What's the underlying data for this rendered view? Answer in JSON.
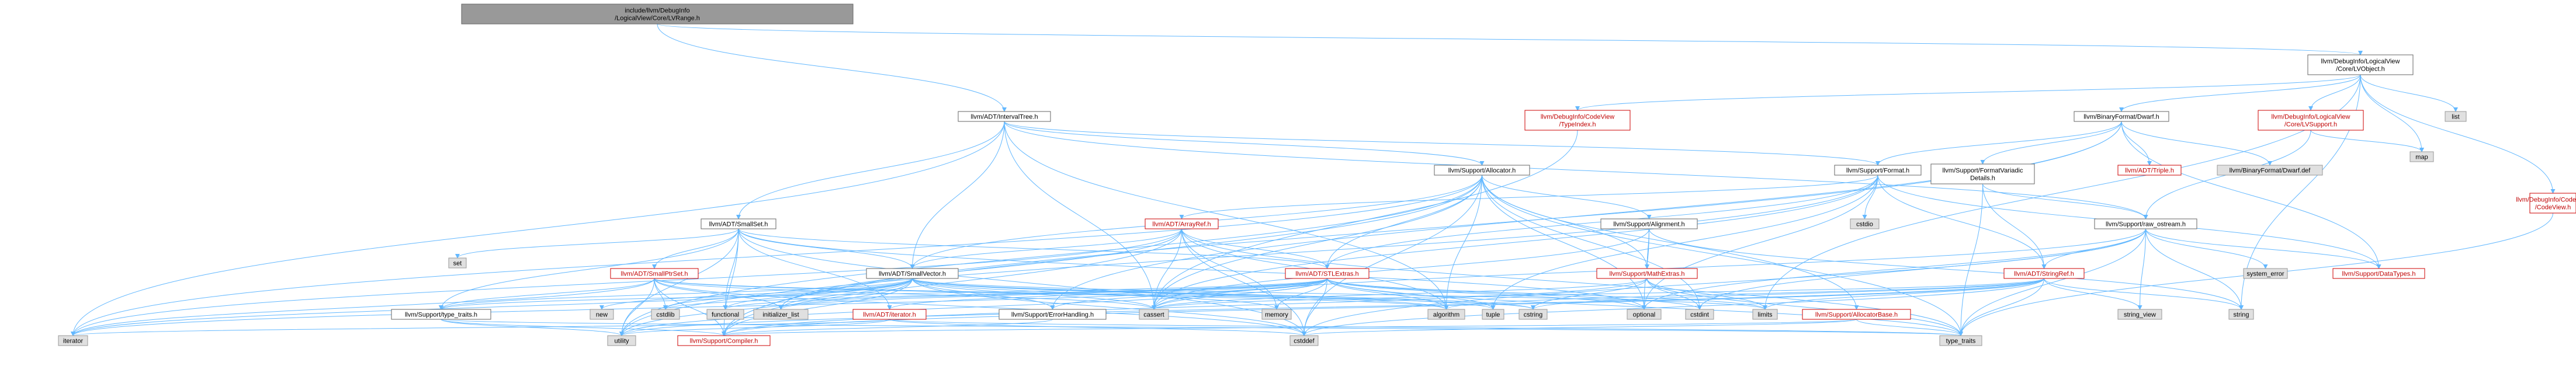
{
  "colors": {
    "node_fill": "#ffffff",
    "node_stroke": "#666666",
    "red_node_stroke": "#cc0000",
    "red_node_text": "#c00000",
    "gray_node_fill": "#e0e0e0",
    "gray_node_stroke": "#999999",
    "root_fill": "#999999",
    "root_stroke": "#666666",
    "edge": "#63b8ff"
  },
  "nodes": [
    {
      "id": "root",
      "label": "include/llvm/DebugInfo\n/LogicalView/Core/LVRange.h",
      "style": "root"
    },
    {
      "id": "intervaltree",
      "label": "llvm/ADT/IntervalTree.h",
      "style": "normal"
    },
    {
      "id": "lvobject",
      "label": "llvm/DebugInfo/LogicalView\n/Core/LVObject.h",
      "style": "normal"
    },
    {
      "id": "typeindex",
      "label": "llvm/DebugInfo/CodeView\n/TypeIndex.h",
      "style": "red"
    },
    {
      "id": "dwarf",
      "label": "llvm/BinaryFormat/Dwarf.h",
      "style": "normal"
    },
    {
      "id": "lvsupport",
      "label": "llvm/DebugInfo/LogicalView\n/Core/LVSupport.h",
      "style": "red"
    },
    {
      "id": "list",
      "label": "list",
      "style": "gray"
    },
    {
      "id": "codeview",
      "label": "llvm/DebugInfo/CodeView\n/CodeView.h",
      "style": "red"
    },
    {
      "id": "map",
      "label": "map",
      "style": "gray"
    },
    {
      "id": "allocator",
      "label": "llvm/Support/Allocator.h",
      "style": "normal"
    },
    {
      "id": "format",
      "label": "llvm/Support/Format.h",
      "style": "normal"
    },
    {
      "id": "triple",
      "label": "llvm/ADT/Triple.h",
      "style": "red"
    },
    {
      "id": "dwarfdef",
      "label": "llvm/BinaryFormat/Dwarf.def",
      "style": "gray"
    },
    {
      "id": "variadic",
      "label": "llvm/Support/FormatVariadic\nDetails.h",
      "style": "normal"
    },
    {
      "id": "smallset",
      "label": "llvm/ADT/SmallSet.h",
      "style": "normal"
    },
    {
      "id": "arrayref",
      "label": "llvm/ADT/ArrayRef.h",
      "style": "red"
    },
    {
      "id": "alignment",
      "label": "llvm/Support/Alignment.h",
      "style": "normal"
    },
    {
      "id": "cstdio",
      "label": "cstdio",
      "style": "gray"
    },
    {
      "id": "raw_ostream",
      "label": "llvm/Support/raw_ostream.h",
      "style": "normal"
    },
    {
      "id": "set",
      "label": "set",
      "style": "gray"
    },
    {
      "id": "smallptrset",
      "label": "llvm/ADT/SmallPtrSet.h",
      "style": "red"
    },
    {
      "id": "smallvector",
      "label": "llvm/ADT/SmallVector.h",
      "style": "normal"
    },
    {
      "id": "stlextras",
      "label": "llvm/ADT/STLExtras.h",
      "style": "red"
    },
    {
      "id": "mathextras",
      "label": "llvm/Support/MathExtras.h",
      "style": "red"
    },
    {
      "id": "stringref",
      "label": "llvm/ADT/StringRef.h",
      "style": "red"
    },
    {
      "id": "system_error",
      "label": "system_error",
      "style": "gray"
    },
    {
      "id": "datatypes",
      "label": "llvm/Support/DataTypes.h",
      "style": "red"
    },
    {
      "id": "type_traits_h",
      "label": "llvm/Support/type_traits.h",
      "style": "normal"
    },
    {
      "id": "new",
      "label": "new",
      "style": "gray"
    },
    {
      "id": "cstdlib",
      "label": "cstdlib",
      "style": "gray"
    },
    {
      "id": "functional",
      "label": "functional",
      "style": "gray"
    },
    {
      "id": "initializer_list",
      "label": "initializer_list",
      "style": "gray"
    },
    {
      "id": "iterator_h",
      "label": "llvm/ADT/iterator.h",
      "style": "red"
    },
    {
      "id": "memory",
      "label": "memory",
      "style": "gray"
    },
    {
      "id": "errorhandling",
      "label": "llvm/Support/ErrorHandling.h",
      "style": "normal"
    },
    {
      "id": "cassert",
      "label": "cassert",
      "style": "gray"
    },
    {
      "id": "algorithm",
      "label": "algorithm",
      "style": "gray"
    },
    {
      "id": "tuple",
      "label": "tuple",
      "style": "gray"
    },
    {
      "id": "cstring",
      "label": "cstring",
      "style": "gray"
    },
    {
      "id": "optional",
      "label": "optional",
      "style": "gray"
    },
    {
      "id": "cstdint",
      "label": "cstdint",
      "style": "gray"
    },
    {
      "id": "limits",
      "label": "limits",
      "style": "gray"
    },
    {
      "id": "allocatorbase",
      "label": "llvm/Support/AllocatorBase.h",
      "style": "red"
    },
    {
      "id": "string_view",
      "label": "string_view",
      "style": "gray"
    },
    {
      "id": "string",
      "label": "string",
      "style": "gray"
    },
    {
      "id": "iterator",
      "label": "iterator",
      "style": "gray"
    },
    {
      "id": "utility",
      "label": "utility",
      "style": "gray"
    },
    {
      "id": "compiler",
      "label": "llvm/Support/Compiler.h",
      "style": "red"
    },
    {
      "id": "cstddef",
      "label": "cstddef",
      "style": "gray"
    },
    {
      "id": "type_traits",
      "label": "type_traits",
      "style": "gray"
    }
  ],
  "edges": [
    [
      "root",
      "intervaltree"
    ],
    [
      "root",
      "lvobject"
    ],
    [
      "lvobject",
      "typeindex"
    ],
    [
      "lvobject",
      "dwarf"
    ],
    [
      "lvobject",
      "lvsupport"
    ],
    [
      "lvobject",
      "list"
    ],
    [
      "lvobject",
      "codeview"
    ],
    [
      "lvobject",
      "map"
    ],
    [
      "lvobject",
      "string"
    ],
    [
      "lvobject",
      "limits"
    ],
    [
      "intervaltree",
      "allocator"
    ],
    [
      "intervaltree",
      "smallset"
    ],
    [
      "intervaltree",
      "smallvector"
    ],
    [
      "intervaltree",
      "format"
    ],
    [
      "intervaltree",
      "raw_ostream"
    ],
    [
      "intervaltree",
      "algorithm"
    ],
    [
      "intervaltree",
      "cassert"
    ],
    [
      "intervaltree",
      "iterator"
    ],
    [
      "dwarf",
      "format"
    ],
    [
      "dwarf",
      "triple"
    ],
    [
      "dwarf",
      "dwarfdef"
    ],
    [
      "dwarf",
      "variadic"
    ],
    [
      "dwarf",
      "errorhandling"
    ],
    [
      "dwarf",
      "datatypes"
    ],
    [
      "dwarf",
      "compiler"
    ],
    [
      "lvsupport",
      "map"
    ],
    [
      "lvsupport",
      "raw_ostream"
    ],
    [
      "typeindex",
      "cassert"
    ],
    [
      "codeview",
      "type_traits"
    ],
    [
      "allocator",
      "alignment"
    ],
    [
      "allocator",
      "mathextras"
    ],
    [
      "allocator",
      "allocatorbase"
    ],
    [
      "allocator",
      "stlextras"
    ],
    [
      "allocator",
      "smallvector"
    ],
    [
      "allocator",
      "compiler"
    ],
    [
      "allocator",
      "algorithm"
    ],
    [
      "allocator",
      "cassert"
    ],
    [
      "allocator",
      "cstddef"
    ],
    [
      "allocator",
      "cstdint"
    ],
    [
      "allocator",
      "iterator"
    ],
    [
      "allocator",
      "optional"
    ],
    [
      "allocator",
      "utility"
    ],
    [
      "allocator",
      "type_traits"
    ],
    [
      "format",
      "arrayref"
    ],
    [
      "format",
      "stringref"
    ],
    [
      "format",
      "stlextras"
    ],
    [
      "format",
      "datatypes"
    ],
    [
      "format",
      "cassert"
    ],
    [
      "format",
      "cstdio"
    ],
    [
      "format",
      "optional"
    ],
    [
      "format",
      "tuple"
    ],
    [
      "format",
      "utility"
    ],
    [
      "variadic",
      "stringref"
    ],
    [
      "variadic",
      "raw_ostream"
    ],
    [
      "variadic",
      "type_traits"
    ],
    [
      "smallset",
      "set"
    ],
    [
      "smallset",
      "smallptrset"
    ],
    [
      "smallset",
      "smallvector"
    ],
    [
      "smallset",
      "stlextras"
    ],
    [
      "smallset",
      "iterator_h"
    ],
    [
      "smallset",
      "type_traits_h"
    ],
    [
      "smallset",
      "compiler"
    ],
    [
      "smallset",
      "functional"
    ],
    [
      "smallset",
      "optional"
    ],
    [
      "smallset",
      "utility"
    ],
    [
      "smallset",
      "cstddef"
    ],
    [
      "arrayref",
      "smallvector"
    ],
    [
      "arrayref",
      "stlextras"
    ],
    [
      "arrayref",
      "compiler"
    ],
    [
      "arrayref",
      "algorithm"
    ],
    [
      "arrayref",
      "cassert"
    ],
    [
      "arrayref",
      "cstddef"
    ],
    [
      "arrayref",
      "initializer_list"
    ],
    [
      "arrayref",
      "iterator"
    ],
    [
      "arrayref",
      "memory"
    ],
    [
      "arrayref",
      "type_traits"
    ],
    [
      "arrayref",
      "vector"
    ],
    [
      "alignment",
      "mathextras"
    ],
    [
      "alignment",
      "cassert"
    ],
    [
      "alignment",
      "optional"
    ],
    [
      "alignment",
      "string"
    ],
    [
      "raw_ostream",
      "stringref"
    ],
    [
      "raw_ostream",
      "datatypes"
    ],
    [
      "raw_ostream",
      "system_error"
    ],
    [
      "raw_ostream",
      "string_view"
    ],
    [
      "raw_ostream",
      "string"
    ],
    [
      "raw_ostream",
      "type_traits"
    ],
    [
      "raw_ostream",
      "cassert"
    ],
    [
      "raw_ostream",
      "cstddef"
    ],
    [
      "raw_ostream",
      "cstdint"
    ],
    [
      "raw_ostream",
      "optional"
    ],
    [
      "smallptrset",
      "type_traits_h"
    ],
    [
      "smallptrset",
      "compiler"
    ],
    [
      "smallptrset",
      "cstdlib"
    ],
    [
      "smallptrset",
      "cstring"
    ],
    [
      "smallptrset",
      "initializer_list"
    ],
    [
      "smallptrset",
      "iterator"
    ],
    [
      "smallptrset",
      "utility"
    ],
    [
      "smallptrset",
      "cstddef"
    ],
    [
      "smallptrset",
      "cassert"
    ],
    [
      "smallptrset",
      "algorithm"
    ],
    [
      "smallvector",
      "compiler"
    ],
    [
      "smallvector",
      "type_traits_h"
    ],
    [
      "smallvector",
      "new"
    ],
    [
      "smallvector",
      "cstdlib"
    ],
    [
      "smallvector",
      "functional"
    ],
    [
      "smallvector",
      "initializer_list"
    ],
    [
      "smallvector",
      "memory"
    ],
    [
      "smallvector",
      "algorithm"
    ],
    [
      "smallvector",
      "cassert"
    ],
    [
      "smallvector",
      "cstddef"
    ],
    [
      "smallvector",
      "cstring"
    ],
    [
      "smallvector",
      "iterator"
    ],
    [
      "smallvector",
      "limits"
    ],
    [
      "smallvector",
      "tuple"
    ],
    [
      "smallvector",
      "utility"
    ],
    [
      "smallvector",
      "errorhandling"
    ],
    [
      "stlextras",
      "iterator_h"
    ],
    [
      "stlextras",
      "type_traits_h"
    ],
    [
      "stlextras",
      "errorhandling"
    ],
    [
      "stlextras",
      "algorithm"
    ],
    [
      "stlextras",
      "cassert"
    ],
    [
      "stlextras",
      "cstddef"
    ],
    [
      "stlextras",
      "cstdint"
    ],
    [
      "stlextras",
      "cstdlib"
    ],
    [
      "stlextras",
      "functional"
    ],
    [
      "stlextras",
      "initializer_list"
    ],
    [
      "stlextras",
      "iterator"
    ],
    [
      "stlextras",
      "limits"
    ],
    [
      "stlextras",
      "memory"
    ],
    [
      "stlextras",
      "optional"
    ],
    [
      "stlextras",
      "tuple"
    ],
    [
      "stlextras",
      "type_traits"
    ],
    [
      "stlextras",
      "utility"
    ],
    [
      "mathextras",
      "compiler"
    ],
    [
      "mathextras",
      "cassert"
    ],
    [
      "mathextras",
      "climits"
    ],
    [
      "mathextras",
      "cstdint"
    ],
    [
      "mathextras",
      "cstring"
    ],
    [
      "mathextras",
      "limits"
    ],
    [
      "mathextras",
      "type_traits"
    ],
    [
      "stringref",
      "compiler"
    ],
    [
      "stringref",
      "algorithm"
    ],
    [
      "stringref",
      "cassert"
    ],
    [
      "stringref",
      "cstddef"
    ],
    [
      "stringref",
      "cstring"
    ],
    [
      "stringref",
      "limits"
    ],
    [
      "stringref",
      "string"
    ],
    [
      "stringref",
      "string_view"
    ],
    [
      "stringref",
      "type_traits"
    ],
    [
      "stringref",
      "utility"
    ],
    [
      "type_traits_h",
      "compiler"
    ],
    [
      "type_traits_h",
      "type_traits"
    ],
    [
      "type_traits_h",
      "utility"
    ],
    [
      "iterator_h",
      "iterator"
    ],
    [
      "iterator_h",
      "cstddef"
    ],
    [
      "iterator_h",
      "type_traits"
    ],
    [
      "iterator_h",
      "utility"
    ],
    [
      "errorhandling",
      "compiler"
    ],
    [
      "allocatorbase",
      "compiler"
    ],
    [
      "allocatorbase",
      "cstddef"
    ],
    [
      "allocatorbase",
      "type_traits"
    ]
  ]
}
